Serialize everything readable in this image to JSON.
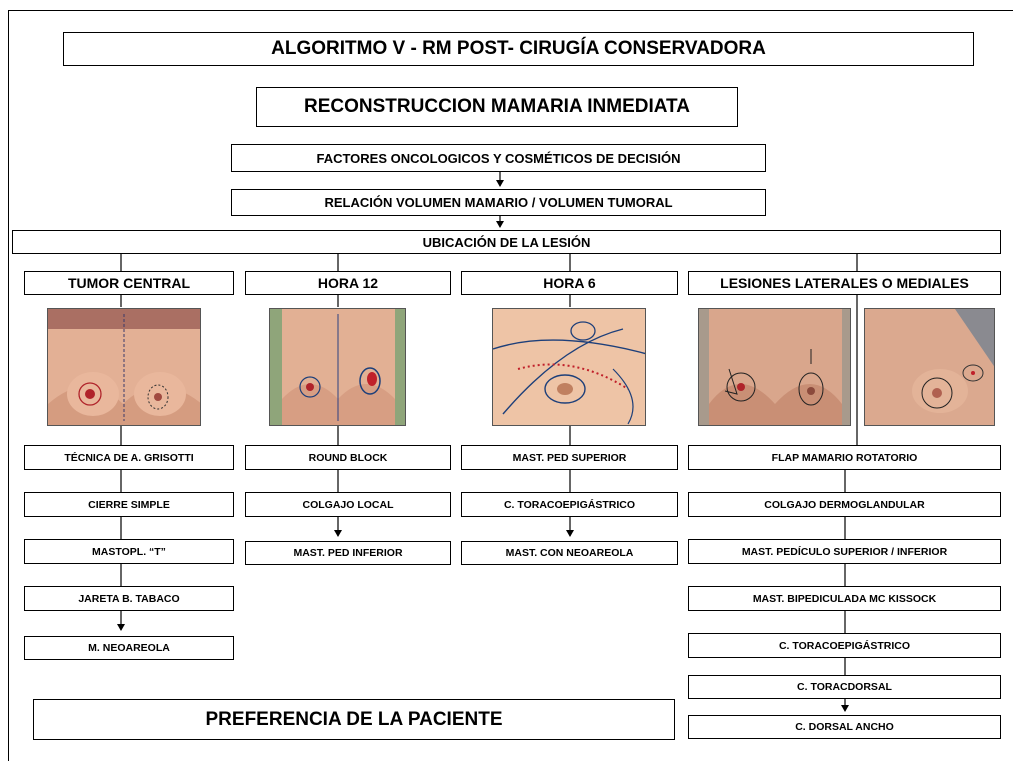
{
  "title": "ALGORITMO V - RM POST- CIRUGÍA CONSERVADORA",
  "subtitle": "RECONSTRUCCION MAMARIA INMEDIATA",
  "factors": "FACTORES ONCOLOGICOS Y COSMÉTICOS  DE DECISIÓN",
  "relation": "RELACIÓN VOLUMEN MAMARIO / VOLUMEN TUMORAL",
  "location": "UBICACIÓN DE LA LESIÓN",
  "columns": {
    "central": {
      "header": "TUMOR CENTRAL",
      "photo": "breast-photo-central",
      "steps": [
        "TÉCNICA DE A. GRISOTTI",
        "CIERRE SIMPLE",
        "MASTOPL. “T”",
        "JARETA B. TABACO",
        "M. NEOAREOLA"
      ]
    },
    "hora12": {
      "header": "HORA 12",
      "photo": "breast-photo-hora12",
      "steps": [
        "ROUND BLOCK",
        "COLGAJO LOCAL",
        "MAST. PED INFERIOR"
      ]
    },
    "hora6": {
      "header": "HORA 6",
      "photo": "breast-photo-hora6",
      "steps": [
        "MAST. PED SUPERIOR",
        "C. TORACOEPIGÁSTRICO",
        "MAST. CON NEOAREOLA"
      ]
    },
    "lateral": {
      "header": "LESIONES LATERALES O MEDIALES",
      "photos": [
        "breast-photo-lateral-front",
        "breast-photo-lateral-oblique"
      ],
      "steps": [
        "FLAP MAMARIO ROTATORIO",
        "COLGAJO DERMOGLANDULAR",
        "MAST. PEDÍCULO SUPERIOR / INFERIOR",
        "MAST. BIPEDICULADA MC KISSOCK",
        "C. TORACOEPIGÁSTRICO",
        "C. TORACDORSAL",
        "C. DORSAL ANCHO"
      ]
    }
  },
  "preference": "PREFERENCIA DE LA PACIENTE",
  "colors": {
    "line": "#000000",
    "skin": "#e7b296",
    "marker_red": "#c0202a",
    "marker_blue": "#1d3f7a"
  }
}
